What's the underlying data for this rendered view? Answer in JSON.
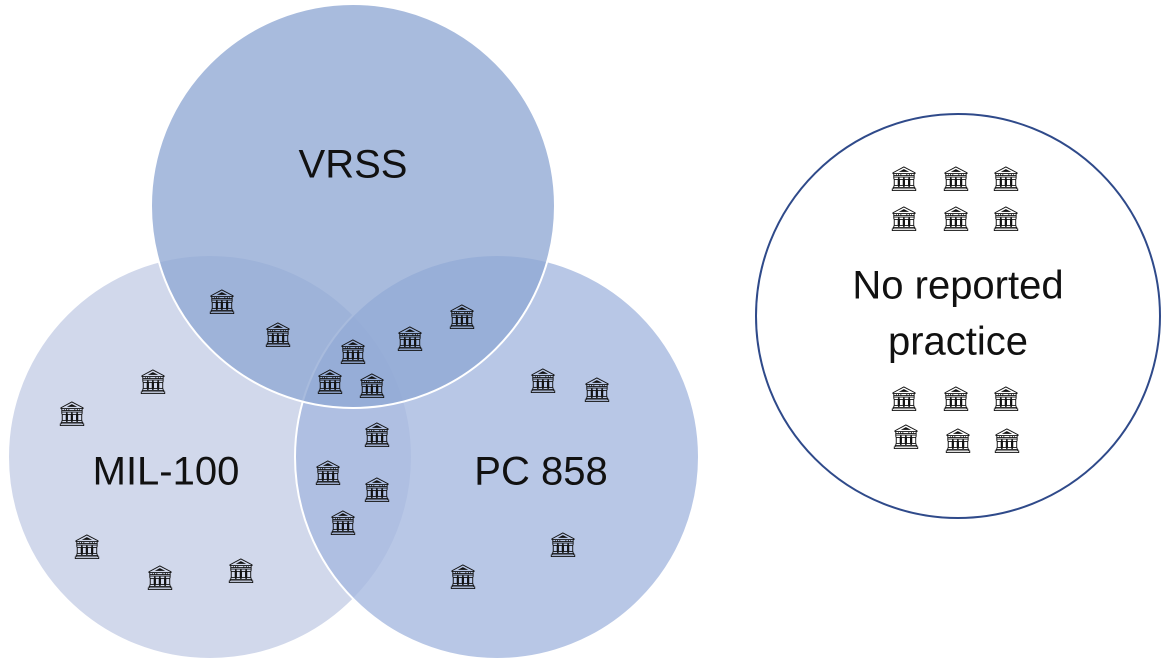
{
  "diagram": {
    "colors": {
      "vrss_fill": "#8fa8d4",
      "mil_fill": "#c9d1e8",
      "pc_fill": "#a6b9e0",
      "outline": "#ffffff",
      "no_practice_border": "#2f4a8a",
      "icon": "#111111"
    },
    "icon_name": "institution-icon",
    "icon_glyph": "🏛",
    "sets": {
      "vrss": {
        "label": "VRSS"
      },
      "mil": {
        "label": "MIL-100"
      },
      "pc": {
        "label": "PC 858"
      },
      "none": {
        "label_line1": "No reported",
        "label_line2": "practice"
      }
    },
    "region_counts": {
      "mil_only": 5,
      "vrss_mil": 2,
      "vrss_pc": 2,
      "vrss_mil_pc": 3,
      "mil_pc": 4,
      "pc_only": 4,
      "no_reported_practice": 12
    }
  }
}
